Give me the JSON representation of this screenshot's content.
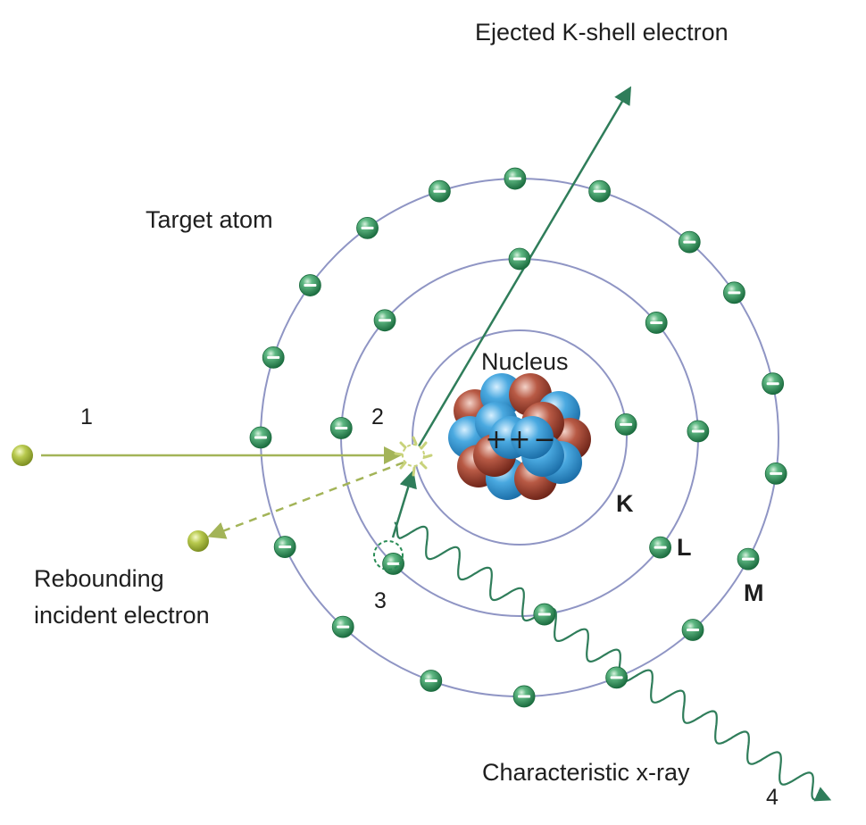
{
  "labels": {
    "ejected": "Ejected K-shell electron",
    "target_atom": "Target atom",
    "nucleus": "Nucleus",
    "rebounding_line1": "Rebounding",
    "rebounding_line2": "incident electron",
    "characteristic": "Characteristic x-ray",
    "shell_k": "K",
    "shell_l": "L",
    "shell_m": "M",
    "step1": "1",
    "step2": "2",
    "step3": "3",
    "step4": "4"
  },
  "nucleus_symbols": {
    "plus": "+",
    "minus": "−"
  },
  "electron_symbol": "−",
  "shells": [
    {
      "name": "K",
      "electron_count": 1,
      "vacancies": 1
    },
    {
      "name": "L",
      "electron_count": 8,
      "vacancies": 0
    },
    {
      "name": "M",
      "electron_count": 18,
      "vacancies": 0
    }
  ],
  "colors": {
    "orbit": "#8f95c4",
    "electron": "#2a8c56",
    "electron_light": "#b8e2c4",
    "incident_electron": "#a9bd3c",
    "incident_path": "#a3b458",
    "ejected_path": "#2f7d5a",
    "xray_wave": "#2f7d5a",
    "proton": "#3a9fd8",
    "neutron": "#a03c2a",
    "text": "#1e1e1e"
  }
}
